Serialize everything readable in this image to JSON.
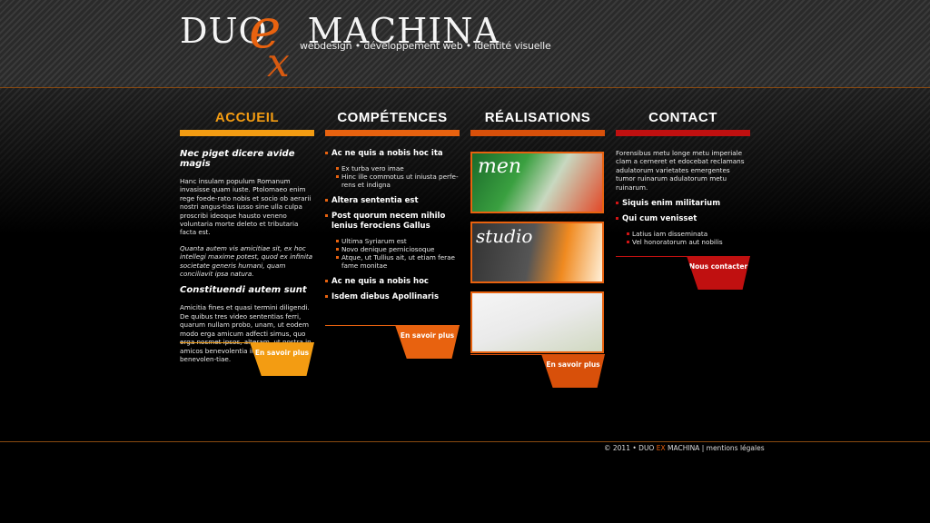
{
  "logo": {
    "left": "DUO",
    "ex": "EX",
    "right": "MACHINA",
    "tagline": "webdesign • développement web • identité visuelle"
  },
  "nav": [
    {
      "label": "ACCUEIL",
      "color": "#f39c12"
    },
    {
      "label": "COMPÉTENCES",
      "color": "#e8620f"
    },
    {
      "label": "RÉALISATIONS",
      "color": "#d8500a"
    },
    {
      "label": "CONTACT",
      "color": "#c01010"
    }
  ],
  "accueil": {
    "heading1": "Nec piget dicere avide magis",
    "para1": "Hanc insulam populum Romanum invasisse quam iuste. Ptolomaeo enim rege foede-rato nobis et socio ob aerarii nostri angus-tias iusso sine ulla culpa proscribi ideoque hausto veneno voluntaria morte deleto et tributaria facta est.",
    "para2": "Quanta autem vis amicitiae sit, ex hoc intellegi maxime potest, quod ex infinita societate generis humani, quam conciliavit ipsa natura.",
    "heading2": "Constituendi autem sunt",
    "para3": "Amicitia fines et quasi termini diligendi. De quibus tres video sententias ferri, quarum nullam probo, unam, ut eodem modo erga amicum adfecti simus, quo erga nosmet ipsos, alteram, ut nostra in amicos benevolentia illorum erga nos benevolen-tiae.",
    "more": "En savoir plus"
  },
  "competences": {
    "item1": "Ac ne quis a nobis hoc ita",
    "sub1": [
      "Ex turba vero imae",
      "Hinc ille commotus ut iniusta perfe-rens et indigna"
    ],
    "item2": "Altera sententia est",
    "item3": "Post quorum necem nihilo lenius ferociens Gallus",
    "sub3": [
      "Ultima Syriarum est",
      "Novo denique perniciosoque",
      "Atque, ut Tullius ait, ut etiam ferae fame monitae"
    ],
    "item4": "Ac ne quis a nobis hoc",
    "item5": "Isdem diebus Apollinaris",
    "more": "En savoir plus"
  },
  "realisations": {
    "thumb1_text": "men",
    "thumb2_text": "studio",
    "more": "En savoir plus"
  },
  "contact": {
    "para": "Forensibus metu longe metu imperiale clam a cerneret et edocebat reclamans adulatorum varietates emergentes tumor ruinarum adulatorum metu ruinarum.",
    "item1": "Siquis enim militarium",
    "item2": "Qui cum venisset",
    "sub2": [
      "Latius iam disseminata",
      "Vel honoratorum aut nobilis"
    ],
    "more": "Nous contacter"
  },
  "footer": {
    "copy": "© 2011 • DUO",
    "ex": "EX",
    "machina": "MACHINA",
    "sep": "|",
    "legal": "mentions légales"
  }
}
